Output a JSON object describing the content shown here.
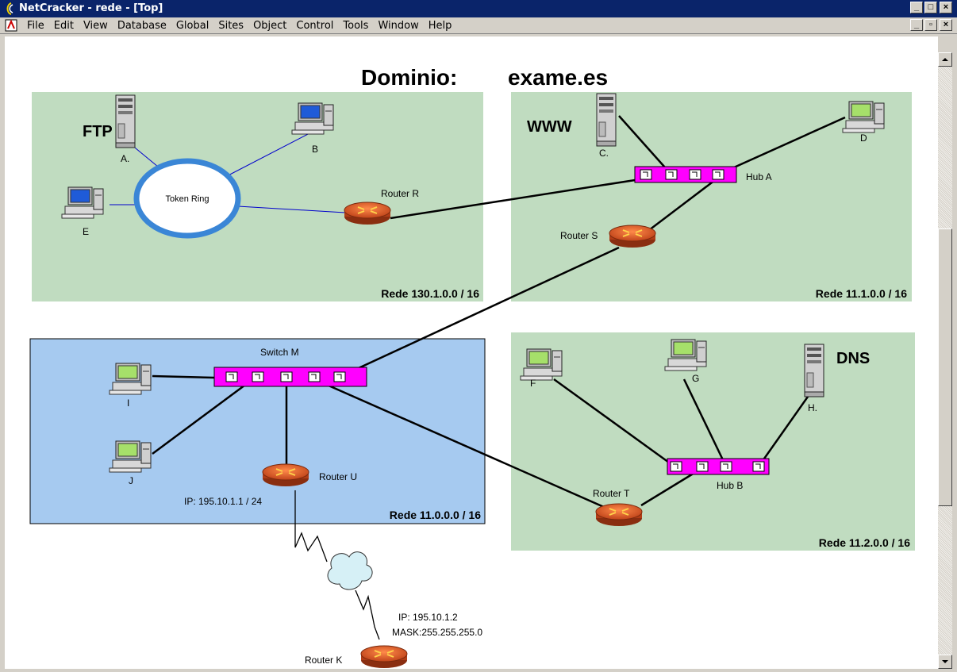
{
  "window": {
    "title": "NetCracker - rede - [Top]"
  },
  "menu": [
    "File",
    "Edit",
    "View",
    "Database",
    "Global",
    "Sites",
    "Object",
    "Control",
    "Tools",
    "Window",
    "Help"
  ],
  "window_buttons": {
    "minimize": "_",
    "restore": "□",
    "close": "×",
    "mdi_restore": "▫"
  },
  "diagram": {
    "heading_label": "Dominio:",
    "heading_domain": "exame.es",
    "segments": {
      "seg1": "Rede 130.1.0.0 / 16",
      "seg2": "Rede 11.1.0.0 / 16",
      "seg3": "Rede 11.0.0.0 / 16",
      "seg4": "Rede 11.2.0.0 / 16"
    },
    "service_labels": {
      "ftp": "FTP",
      "www": "WWW",
      "dns": "DNS"
    },
    "token_ring": "Token Ring",
    "hosts": {
      "a": "A.",
      "b": "B",
      "c": "C.",
      "d": "D",
      "e": "E",
      "f": "F",
      "g": "G",
      "h": "H.",
      "i": "I",
      "j": "J"
    },
    "routers": {
      "r": "Router R",
      "s": "Router S",
      "t": "Router T",
      "u": "Router U",
      "k": "Router K"
    },
    "hubs": {
      "a": "Hub A",
      "b": "Hub B",
      "m": "Switch M"
    },
    "ip_u": "IP: 195.10.1.1 / 24",
    "ip_k": "IP: 195.10.1.2",
    "mask_k": "MASK:255.255.255.0"
  },
  "colors": {
    "titlebar": "#0a246a",
    "segment_green": "#c0dcc0",
    "segment_blue": "#a6caf0",
    "hub": "#ff00ff",
    "router": "#cc5522",
    "link": "#000000",
    "ring_link": "#0000cc"
  }
}
